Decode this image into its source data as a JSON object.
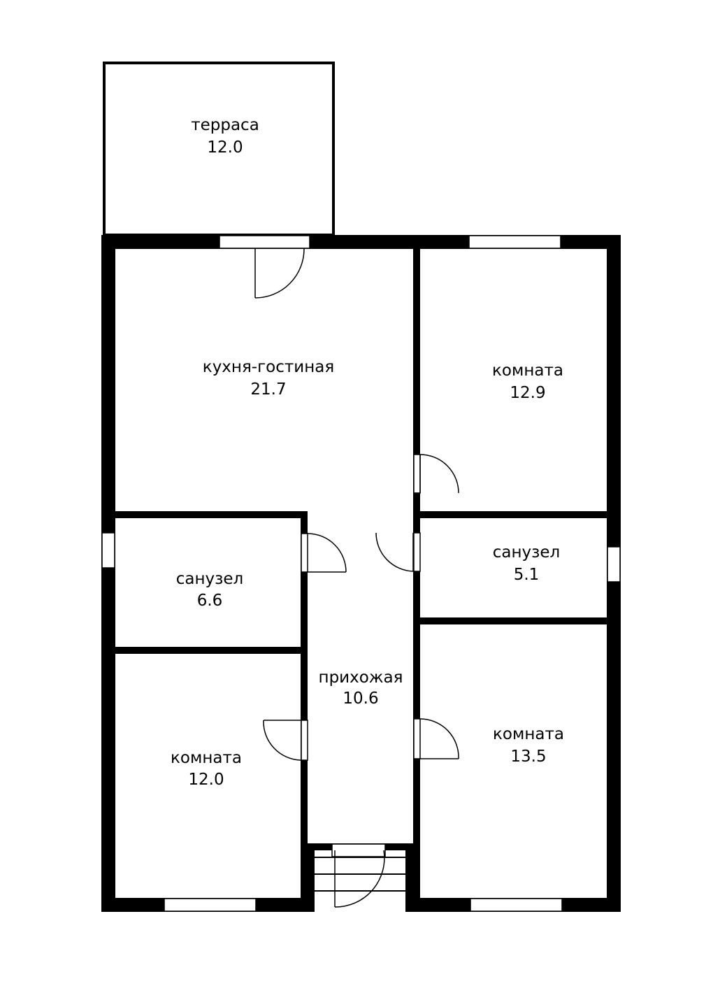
{
  "rooms": {
    "terrace": {
      "name": "терраса",
      "area": "12.0"
    },
    "kitchen_living": {
      "name": "кухня-гостиная",
      "area": "21.7"
    },
    "room_top_right": {
      "name": "комната",
      "area": "12.9"
    },
    "bathroom_left": {
      "name": "санузел",
      "area": "6.6"
    },
    "bathroom_right": {
      "name": "санузел",
      "area": "5.1"
    },
    "hallway": {
      "name": "прихожая",
      "area": "10.6"
    },
    "room_bottom_left": {
      "name": "комната",
      "area": "12.0"
    },
    "room_bottom_right": {
      "name": "комната",
      "area": "13.5"
    }
  },
  "colors": {
    "wall": "#000000",
    "background": "#ffffff"
  }
}
